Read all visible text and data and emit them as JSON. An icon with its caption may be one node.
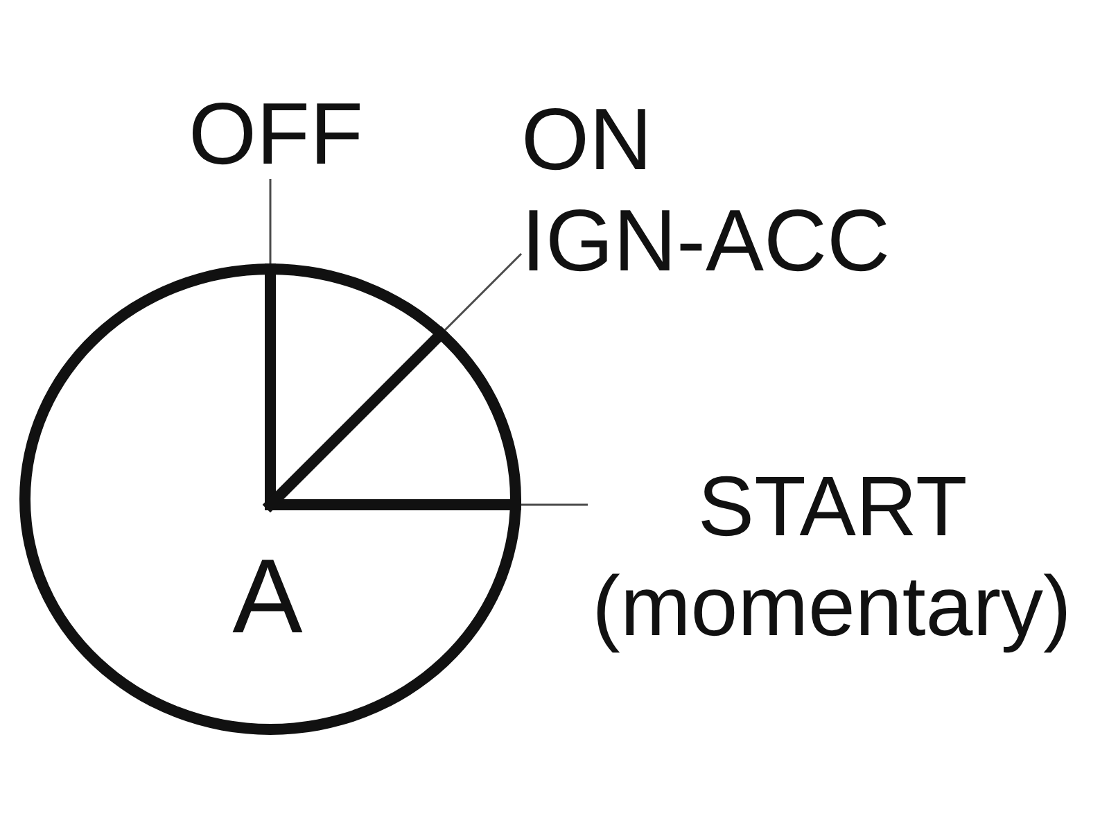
{
  "diagram": {
    "nodes": [
      {
        "text": [
          "A"
        ]
      },
      {
        "text": [
          "OFF"
        ]
      },
      {
        "text": [
          "ON IGN-ACC"
        ]
      },
      {
        "text": [
          "START (momentary)"
        ]
      }
    ],
    "edges": [
      {
        "from": 1,
        "to": 0,
        "arrow": "none"
      },
      {
        "from": 2,
        "to": 0,
        "arrow": "none"
      },
      {
        "from": 3,
        "to": 0,
        "arrow": "none"
      }
    ]
  }
}
